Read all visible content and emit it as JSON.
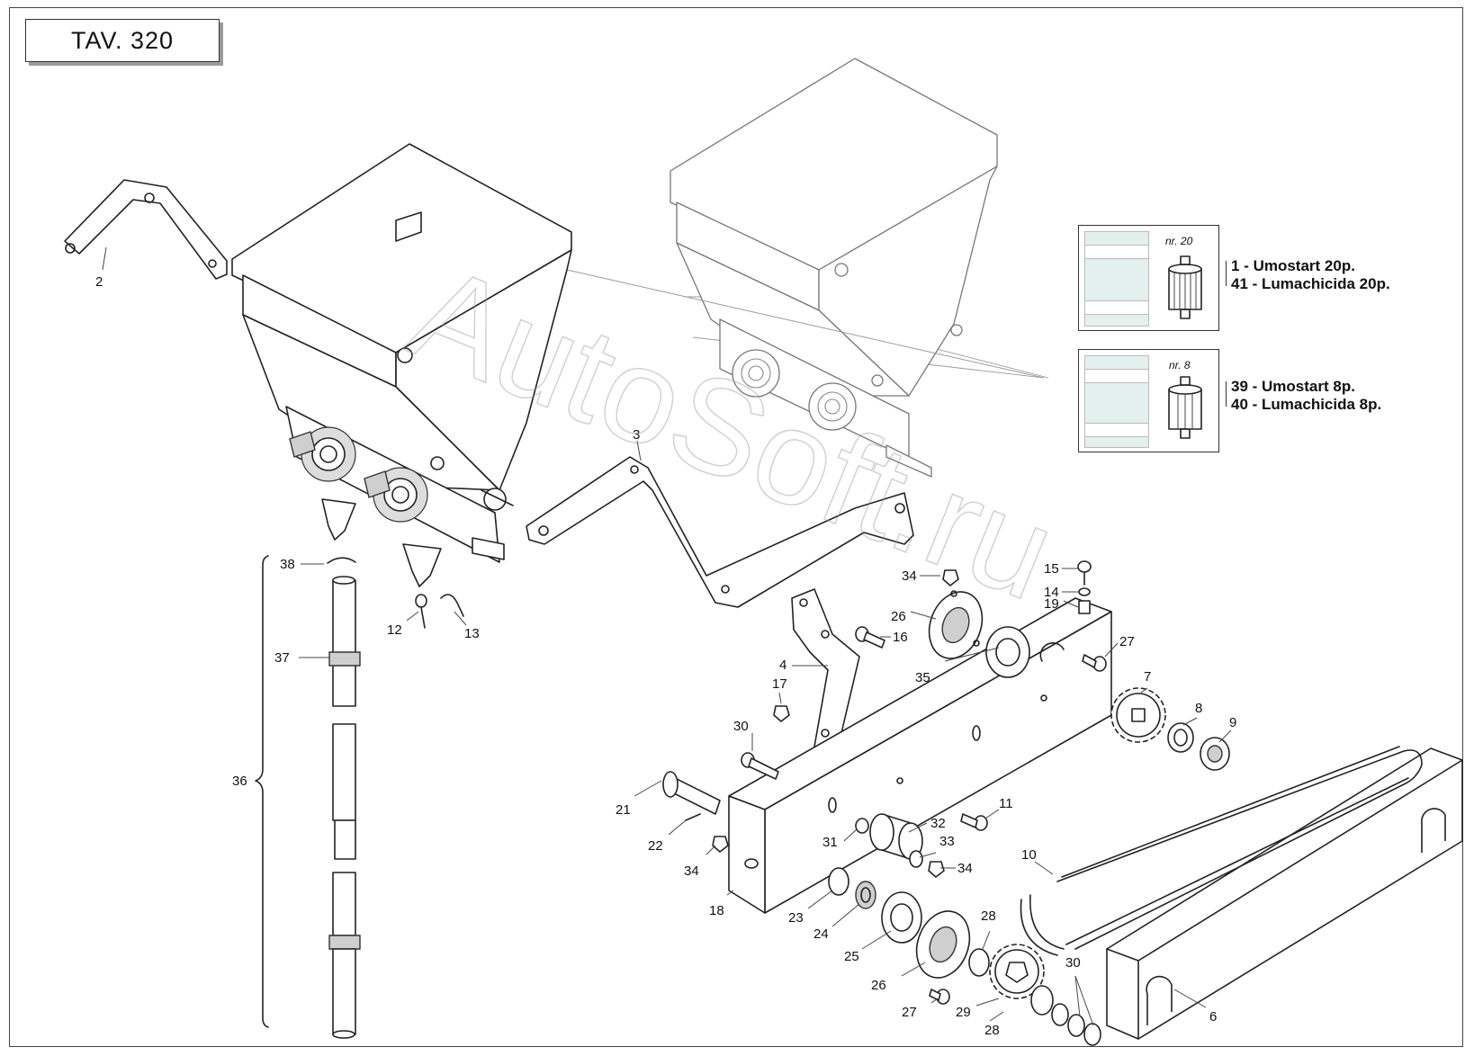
{
  "title": "TAV. 320",
  "watermark": "AutoSoft.ru",
  "insets": [
    {
      "nr_label": "nr. 20",
      "items": [
        {
          "num": "1",
          "sep": " - ",
          "text": "Umostart 20p."
        },
        {
          "num": "41",
          "sep": " - ",
          "text": "Lumachicida 20p."
        }
      ]
    },
    {
      "nr_label": "nr. 8",
      "items": [
        {
          "num": "39",
          "sep": " - ",
          "text": "Umostart 8p."
        },
        {
          "num": "40",
          "sep": " - ",
          "text": "Lumachicida 8p."
        }
      ]
    }
  ],
  "callouts": {
    "c2": "2",
    "c3": "3",
    "c4": "4",
    "c6": "6",
    "c7": "7",
    "c8": "8",
    "c9": "9",
    "c10": "10",
    "c11": "11",
    "c12": "12",
    "c13": "13",
    "c14": "14",
    "c15": "15",
    "c16": "16",
    "c17": "17",
    "c18": "18",
    "c19": "19",
    "c21": "21",
    "c22": "22",
    "c23": "23",
    "c24": "24",
    "c25": "25",
    "c26a": "26",
    "c26b": "26",
    "c27a": "27",
    "c27b": "27",
    "c28a": "28",
    "c28b": "28",
    "c29": "29",
    "c30a": "30",
    "c30b": "30",
    "c31": "31",
    "c32": "32",
    "c33": "33",
    "c34a": "34",
    "c34b": "34",
    "c34c": "34",
    "c35": "35",
    "c36": "36",
    "c37": "37",
    "c38": "38"
  }
}
